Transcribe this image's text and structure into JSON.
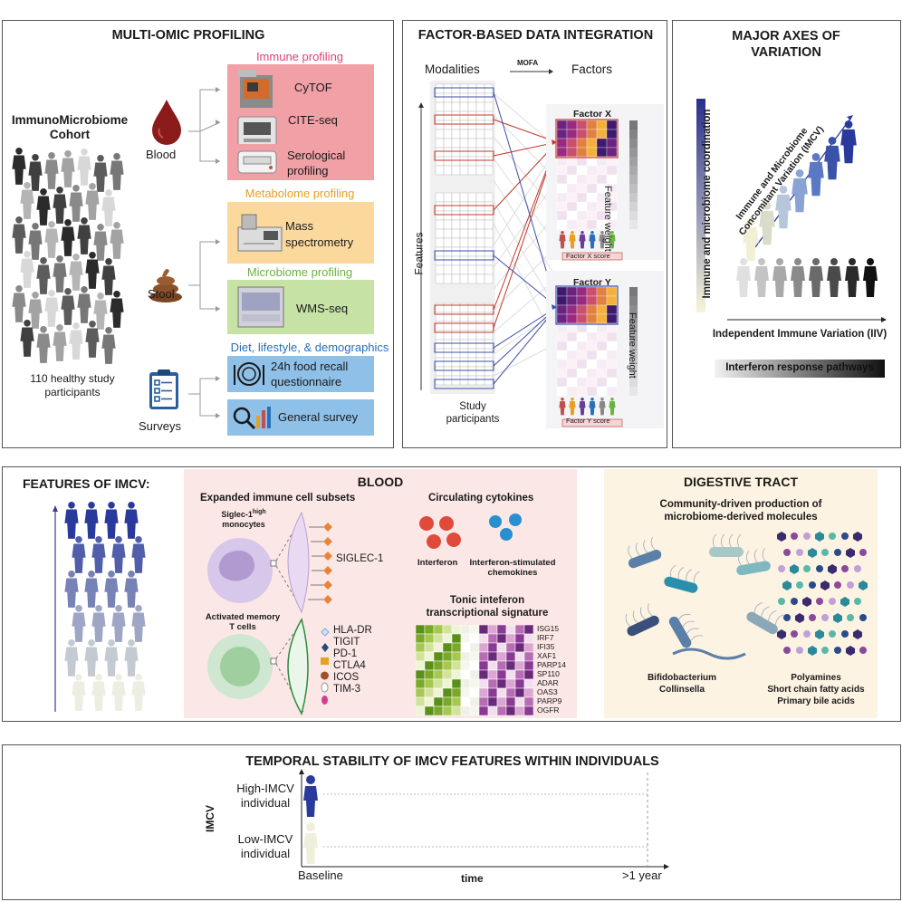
{
  "multi_omic": {
    "title": "MULTI-OMIC PROFILING",
    "cohort_title": "ImmunoMicrobiome Cohort",
    "participants": "110 healthy study participants",
    "sources": {
      "blood": "Blood",
      "stool": "Stool",
      "surveys": "Surveys"
    },
    "sections": {
      "immune": {
        "title": "Immune profiling",
        "color": "#e0407a",
        "items": [
          "CyTOF",
          "CITE-seq"
        ]
      },
      "serological": "Serological profiling",
      "metabolome": {
        "title": "Metabolome profiling",
        "color": "#e8a020",
        "item": "Mass spectrometry"
      },
      "microbiome": {
        "title": "Microbiome profiling",
        "color": "#6cb33e",
        "item": "WMS-seq"
      },
      "diet": {
        "title": "Diet, lifestyle, & demographics",
        "color": "#2a6fba",
        "items": [
          "24h food recall questionnaire",
          "General survey"
        ]
      }
    }
  },
  "factor": {
    "title": "FACTOR-BASED DATA INTEGRATION",
    "modalities": "Modalities",
    "mofa": "MOFA",
    "factors": "Factors",
    "features": "Features",
    "study_participants": "Study participants",
    "factor_x": "Factor X",
    "factor_y": "Factor Y",
    "feature_weight": "Feature weight",
    "factor_x_score": "Factor X score",
    "factor_y_score": "Factor Y score"
  },
  "axes": {
    "title": "MAJOR AXES OF VARIATION",
    "y_label": "Immune and microbiome coordination",
    "imcv": "Immune and Microbiome Concomitant Variation (IMCV)",
    "x_label": "Independent Immune Variation (IIV)",
    "interferon": "Interferon response pathways"
  },
  "imcv_features": {
    "title": "FEATURES OF IMCV:",
    "blood": {
      "title": "BLOOD",
      "expanded": "Expanded immune cell subsets",
      "siglec_mono": "Siglec-1",
      "siglec_sup": "high",
      "monocytes": "monocytes",
      "siglec1": "SIGLEC-1",
      "activated": "Activated memory T cells",
      "markers": [
        "HLA-DR",
        "TIGIT",
        "PD-1",
        "CTLA4",
        "ICOS",
        "TIM-3"
      ],
      "cytokines": "Circulating cytokines",
      "interferon": "Interferon",
      "chemokines": "Interferon-stimulated chemokines",
      "tonic": "Tonic inteferon transcriptional signature",
      "genes": [
        "ISG15",
        "IRF7",
        "IFI35",
        "XAF1",
        "PARP14",
        "SP110",
        "ADAR",
        "OAS3",
        "PARP9",
        "OGFR"
      ]
    },
    "digestive": {
      "title": "DIGESTIVE TRACT",
      "community": "Community-driven production of microbiome-derived molecules",
      "bacteria": [
        "Bifidobacterium",
        "Collinsella"
      ],
      "molecules": [
        "Polyamines",
        "Short chain fatty acids",
        "Primary bile acids"
      ]
    }
  },
  "temporal": {
    "title": "TEMPORAL STABILITY OF IMCV FEATURES WITHIN INDIVIDUALS",
    "y_label": "IMCV",
    "high": "High-IMCV individual",
    "low": "Low-IMCV individual",
    "baseline": "Baseline",
    "time": "time",
    "end": ">1 year"
  }
}
